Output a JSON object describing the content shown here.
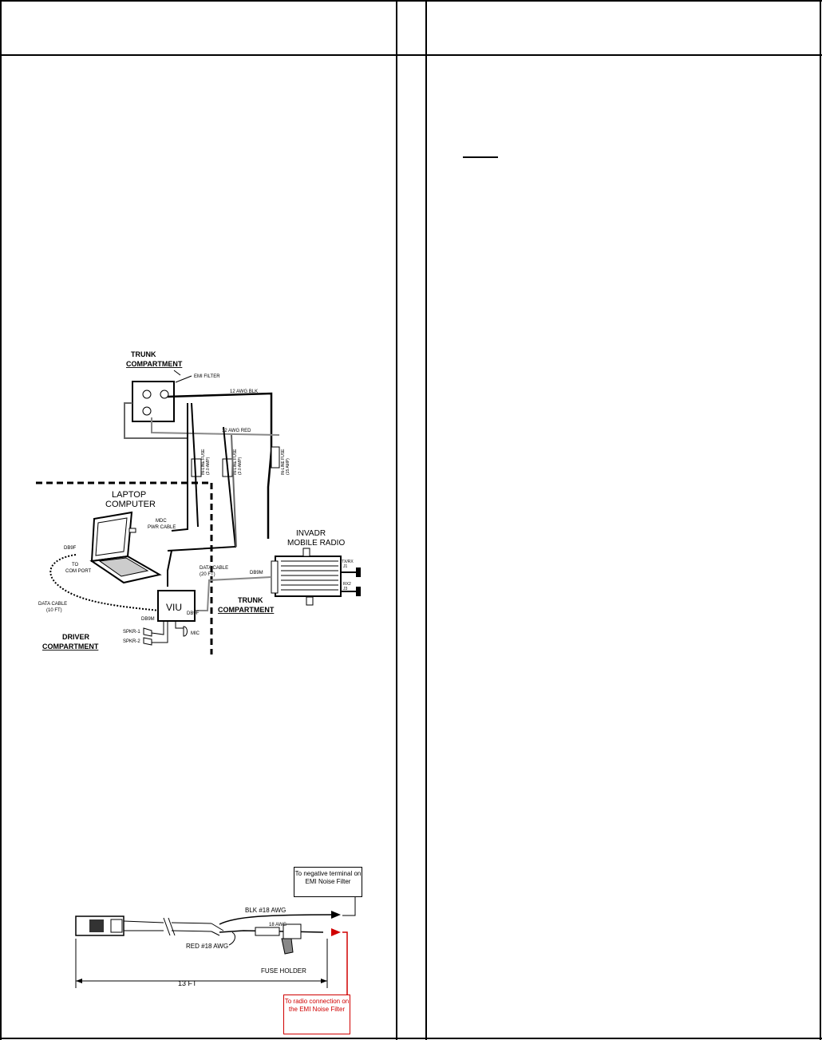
{
  "wiring_diagram": {
    "trunk_top": [
      "TRUNK",
      "COMPARTMENT"
    ],
    "emi_filter": "EMI FILTER",
    "awg_blk": "12 AWG BLK",
    "awg_red": "12 AWG RED",
    "fuse_a": [
      "IN-LINE FUSE",
      "(3.0 AMP)"
    ],
    "fuse_b": [
      "IN-LINE FUSE",
      "(3.0 AMP)"
    ],
    "fuse_c": [
      "IN-LINE FUSE",
      "(15 AMP)"
    ],
    "laptop": [
      "LAPTOP",
      "COMPUTER"
    ],
    "mdc": [
      "MDC",
      "PWR CABLE"
    ],
    "radio": [
      "INVADR",
      "MOBILE RADIO"
    ],
    "db9f_left": "DB9F",
    "to_com": [
      "TO",
      "COM PORT"
    ],
    "data_cable_10": [
      "DATA CABLE",
      "(10 FT)"
    ],
    "data_cable_20": [
      "DATA CABLE",
      "(20 FT)"
    ],
    "db9m_right": "DB9M",
    "viu": "VIU",
    "db9f_viu": "DB9F",
    "db9m_viu": "DB9M",
    "trunk_bottom": [
      "TRUNK",
      "COMPARTMENT"
    ],
    "driver": [
      "DRIVER",
      "COMPARTMENT"
    ],
    "spkr1": "SPKR-1",
    "spkr2": "SPKR-2",
    "mic": "MIC",
    "txrx": [
      "TX/RX",
      "J1"
    ],
    "rx2": [
      "RX2",
      "J3"
    ]
  },
  "cable_diagram": {
    "note_negative": "To negative terminal on EMI Noise Filter",
    "blk": "BLK #18 AWG",
    "red": "RED #18 AWG",
    "awg18": "18 AWG",
    "fuse_holder": "FUSE HOLDER",
    "length": "13 FT",
    "note_radio": "To radio connection on the EMI Noise Filter"
  }
}
